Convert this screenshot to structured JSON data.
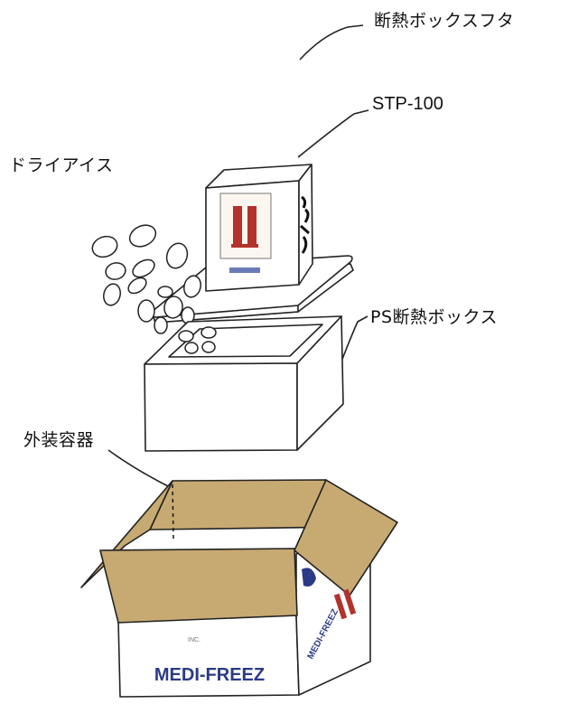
{
  "labels": {
    "lid": "断熱ボックスフタ",
    "unit": "STP-100",
    "dry_ice": "ドライアイス",
    "ps_box": "PS断熱ボックス",
    "outer_container": "外装容器"
  },
  "carton": {
    "brand_front": "MEDI-FREEZ",
    "brand_side": "MEDI-FREEZ",
    "small_mark": "INC."
  },
  "colors": {
    "cardboard": "#c7a972",
    "cardboard_dark": "#b59660",
    "line": "#222222",
    "brand_blue": "#2b3a86",
    "accent_red": "#b3322c"
  }
}
